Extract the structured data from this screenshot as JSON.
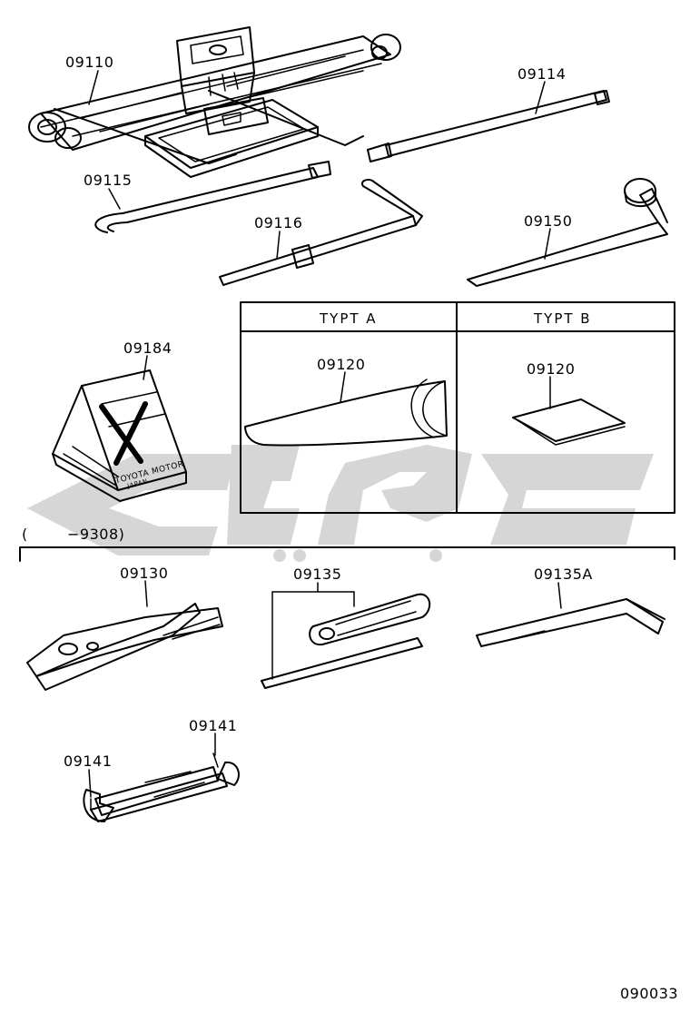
{
  "diagram": {
    "parts": {
      "jack": "09110",
      "jack_handle": "09114",
      "handle_extension": "09115",
      "jack_handle_rod": "09116",
      "wheel_nut_wrench": "09150",
      "wheel_chock": "09184",
      "tool_bag_a": "09120",
      "tool_bag_b": "09120",
      "pliers": "09130",
      "screwdriver": "09135",
      "screwdriver_bar": "09135A",
      "wrench_right": "09141",
      "wrench_left": "09141"
    },
    "type_table": {
      "header_a": "TYPT  A",
      "header_b": "TYPT  B"
    },
    "chock_text": "TOYOTA MOTOR",
    "chock_text_2": "JAPAN",
    "range_open": "(",
    "range_value": "−9308)",
    "figure_code": "090033",
    "watermark_color": "#d6d6d6"
  }
}
